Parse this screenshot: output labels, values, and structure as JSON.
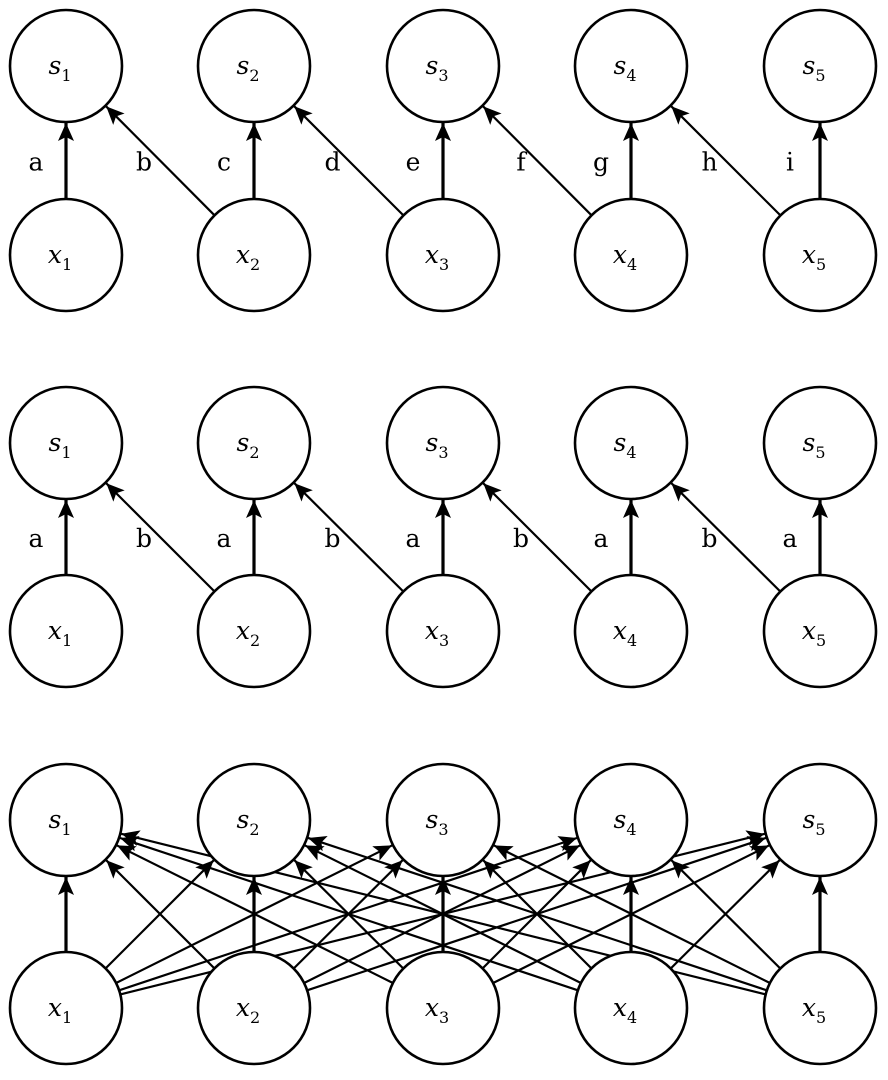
{
  "colors": {
    "stroke": "#000000",
    "fill": "#ffffff"
  },
  "panels": [
    {
      "name": "local-unshared",
      "top_nodes": [
        {
          "base": "s",
          "sub": "1"
        },
        {
          "base": "s",
          "sub": "2"
        },
        {
          "base": "s",
          "sub": "3"
        },
        {
          "base": "s",
          "sub": "4"
        },
        {
          "base": "s",
          "sub": "5"
        }
      ],
      "bottom_nodes": [
        {
          "base": "x",
          "sub": "1"
        },
        {
          "base": "x",
          "sub": "2"
        },
        {
          "base": "x",
          "sub": "3"
        },
        {
          "base": "x",
          "sub": "4"
        },
        {
          "base": "x",
          "sub": "5"
        }
      ],
      "edges": [
        {
          "from": 1,
          "to": 1,
          "label": "a"
        },
        {
          "from": 2,
          "to": 1,
          "label": "b"
        },
        {
          "from": 2,
          "to": 2,
          "label": "c"
        },
        {
          "from": 3,
          "to": 2,
          "label": "d"
        },
        {
          "from": 3,
          "to": 3,
          "label": "e"
        },
        {
          "from": 4,
          "to": 3,
          "label": "f"
        },
        {
          "from": 4,
          "to": 4,
          "label": "g"
        },
        {
          "from": 5,
          "to": 4,
          "label": "h"
        },
        {
          "from": 5,
          "to": 5,
          "label": "i"
        }
      ]
    },
    {
      "name": "convolution-shared",
      "top_nodes": [
        {
          "base": "s",
          "sub": "1"
        },
        {
          "base": "s",
          "sub": "2"
        },
        {
          "base": "s",
          "sub": "3"
        },
        {
          "base": "s",
          "sub": "4"
        },
        {
          "base": "s",
          "sub": "5"
        }
      ],
      "bottom_nodes": [
        {
          "base": "x",
          "sub": "1"
        },
        {
          "base": "x",
          "sub": "2"
        },
        {
          "base": "x",
          "sub": "3"
        },
        {
          "base": "x",
          "sub": "4"
        },
        {
          "base": "x",
          "sub": "5"
        }
      ],
      "edges": [
        {
          "from": 1,
          "to": 1,
          "label": "a"
        },
        {
          "from": 2,
          "to": 1,
          "label": "b"
        },
        {
          "from": 2,
          "to": 2,
          "label": "a"
        },
        {
          "from": 3,
          "to": 2,
          "label": "b"
        },
        {
          "from": 3,
          "to": 3,
          "label": "a"
        },
        {
          "from": 4,
          "to": 3,
          "label": "b"
        },
        {
          "from": 4,
          "to": 4,
          "label": "a"
        },
        {
          "from": 5,
          "to": 4,
          "label": "b"
        },
        {
          "from": 5,
          "to": 5,
          "label": "a"
        }
      ]
    },
    {
      "name": "fully-connected",
      "top_nodes": [
        {
          "base": "s",
          "sub": "1"
        },
        {
          "base": "s",
          "sub": "2"
        },
        {
          "base": "s",
          "sub": "3"
        },
        {
          "base": "s",
          "sub": "4"
        },
        {
          "base": "s",
          "sub": "5"
        }
      ],
      "bottom_nodes": [
        {
          "base": "x",
          "sub": "1"
        },
        {
          "base": "x",
          "sub": "2"
        },
        {
          "base": "x",
          "sub": "3"
        },
        {
          "base": "x",
          "sub": "4"
        },
        {
          "base": "x",
          "sub": "5"
        }
      ],
      "fully_connected": true
    }
  ]
}
